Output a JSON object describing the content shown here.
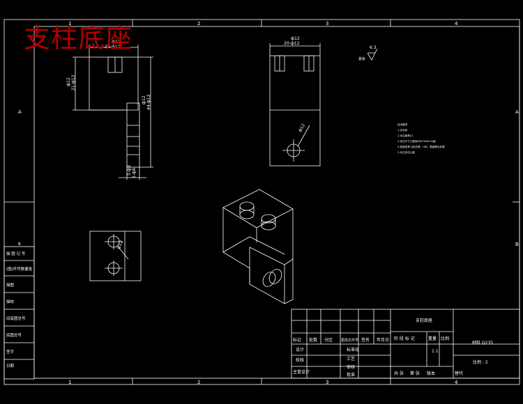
{
  "title": "支柱底座",
  "border": {
    "col_labels": [
      "1",
      "2",
      "3",
      "4"
    ],
    "row_labels": [
      "A",
      "B"
    ]
  },
  "left_strip": [
    "B",
    "描 图 记 号",
    "(图)件号数量批",
    "描图",
    "描校",
    "旧底图总号",
    "底图总号",
    "签字",
    "日期"
  ],
  "views": {
    "front": {
      "dim_top_a": "ф12",
      "dim_top_b": "20-ф12",
      "dim_left_a": "ф12",
      "dim_left_b": "21-ф12",
      "dim_right_a": "ф12",
      "dim_right_b": "44-ф12",
      "dim_bottom_a": "5-ф8",
      "dim_bottom_b": "5-ф8"
    },
    "side": {
      "dim_top_a": "ф12",
      "dim_top_b": "20-ф12",
      "dim_hole": "ф12"
    },
    "bottom": {
      "dim_hole": "ф12"
    }
  },
  "roughness": {
    "value": "6.3",
    "note": "其余"
  },
  "tech_notes": [
    "技术要求",
    "1.去毛刺",
    "2.未注倒角C1",
    "3.未注尺寸公差按GB/T1804-m级",
    "4.表面发黑 (或)处理，HRC, 表面氧化处理",
    "5.未注形位公差"
  ],
  "title_block": {
    "part_name": "支柱底座",
    "material": "材料 Q235",
    "ratio_label": "比例",
    "ratio": "1:1",
    "scale": "比例 : 2",
    "row1": [
      "标记",
      "处数",
      "分区",
      "更改文件号",
      "签名",
      "年月日"
    ],
    "labels_left": [
      "设计",
      "校核",
      "主管设计"
    ],
    "labels_mid": [
      "标准化",
      "工艺",
      "审核",
      "批准"
    ],
    "mark_head": [
      "阶 段 标 记",
      "重量",
      "比例"
    ],
    "bottom_row": [
      "共 张",
      "第 张",
      "版本",
      "替代"
    ]
  }
}
